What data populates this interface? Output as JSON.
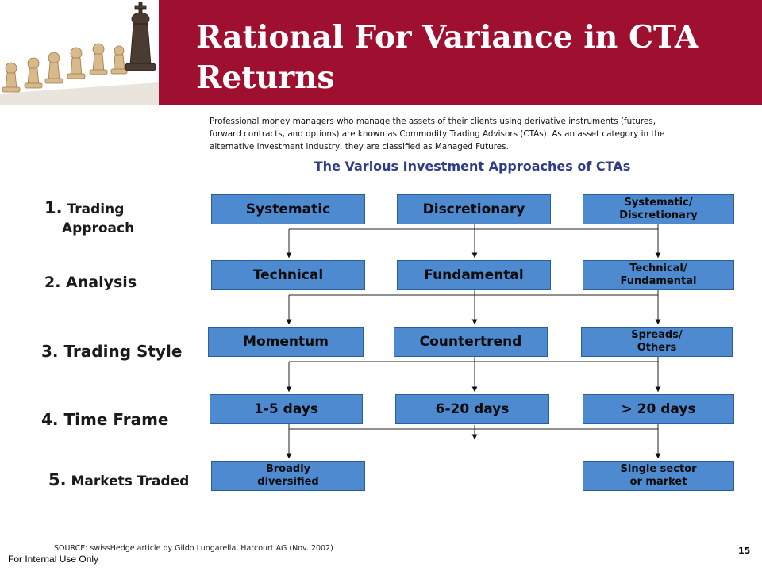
{
  "slide": {
    "title": "Rational For Variance in CTA Returns",
    "intro": "Professional money managers who manage the assets of their clients using derivative instruments (futures, forward contracts, and options) are known as Commodity Trading Advisors (CTAs).  As an asset category in the alternative investment industry, they are classified as Managed Futures.",
    "subheading": "The Various Investment Approaches of CTAs",
    "source": "SOURCE: swissHedge article by Gildo Lungarella, Harcourt AG (Nov. 2002)",
    "footer": "For Internal Use Only",
    "page_number": "15",
    "chess_image": "chess-pieces-pawns-and-king"
  },
  "row_labels": {
    "r1_num": "1.",
    "r1_a": "Trading",
    "r1_b": "Approach",
    "r2": "2. Analysis",
    "r3": "3. Trading Style",
    "r4": "4. Time Frame",
    "r5_num": "5.",
    "r5_text": "Markets Traded"
  },
  "boxes": {
    "systematic": "Systematic",
    "discretionary": "Discretionary",
    "sys_disc": "Systematic/\nDiscretionary",
    "technical": "Technical",
    "fundamental": "Fundamental",
    "tech_fund": "Technical/\nFundamental",
    "momentum": "Momentum",
    "countertrend": "Countertrend",
    "spreads": "Spreads/\nOthers",
    "d1_5": "1-5 days",
    "d6_20": "6-20 days",
    "d20": "> 20 days",
    "broadly": "Broadly\ndiversified",
    "single": "Single sector\nor market"
  },
  "colors": {
    "title_band": "#9e0f30",
    "box_fill": "#4d8ad0",
    "subheading": "#2f3c86"
  }
}
